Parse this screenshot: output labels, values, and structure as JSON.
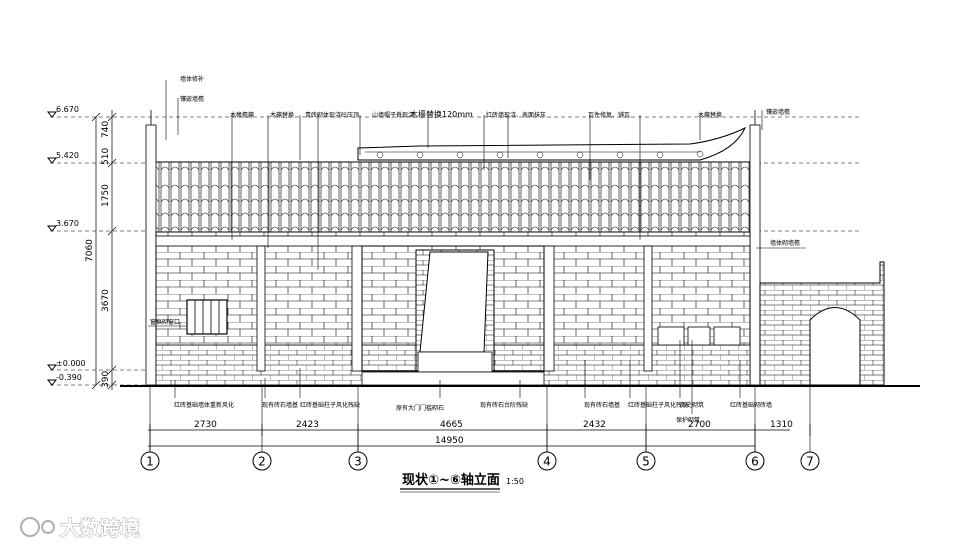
{
  "levels": [
    "6.670",
    "5.420",
    "3.670",
    "±0.000",
    "-0.390"
  ],
  "vertical_dims": [
    "740",
    "510",
    "1750",
    "7060",
    "3670",
    "390"
  ],
  "horizontal_dims": [
    "2730",
    "2423",
    "4665",
    "2432",
    "2700",
    "1310"
  ],
  "total_dim": "14950",
  "axes": [
    "1",
    "2",
    "3",
    "4",
    "5",
    "6",
    "7"
  ],
  "top_annotations": {
    "a1": "墙体修补",
    "a2": "镶嵌墙檐",
    "a3": "木椽檐檩",
    "a4": "木檩替换",
    "a5": "青砖砌体现浇砼压顶",
    "a6": "山墙帽子脊现浇",
    "a7": "木檩替换120mm",
    "a8": "红砖墙现浇、表面抹灰",
    "a9": "瓦件修复、铺瓦",
    "a10": "木檩替换",
    "a11": "镶嵌墙檐"
  },
  "side_annotations": {
    "window": "窗框砌窗口",
    "wall_right": "墙体砌墙檐"
  },
  "bottom_annotations": {
    "b1": "红砖基础墙体重新风化",
    "b2": "现有砖石墙基",
    "b3": "红砖基础柱子风化残缺",
    "b4": "原有大门门槛砌石",
    "b5": "现有砖石台阶残缺",
    "b6": "现有砖石墙基",
    "b7": "红砖基础柱子风化残缺",
    "b8": "历史砌筑",
    "b9": "保护砌筑",
    "b10": "红砖基础砌砖墙"
  },
  "title": "现状①~⑥轴立面",
  "scale": "1:50",
  "watermark": "大数跨境"
}
